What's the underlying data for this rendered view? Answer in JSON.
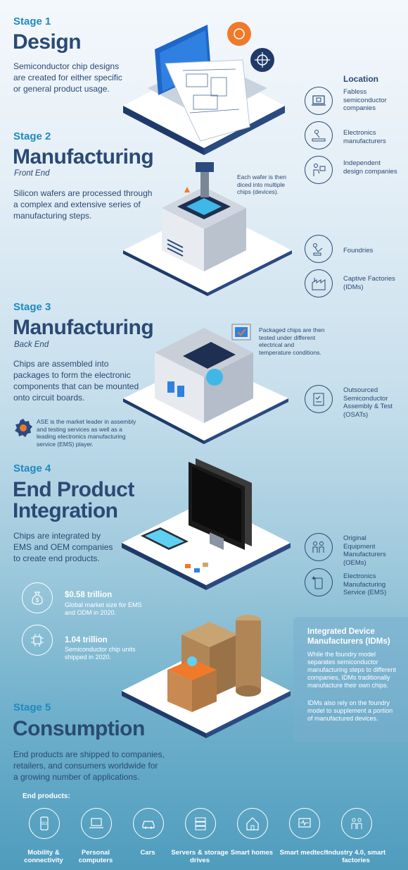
{
  "stage1": {
    "label": "Stage 1",
    "title": "Design",
    "description": "Semiconductor chip designs are created for either specific or general product usage."
  },
  "location_header": "Location",
  "locations": [
    {
      "icon": "chip-laptop-icon",
      "label": "Fabless semiconductor companies"
    },
    {
      "icon": "robot-conveyor-icon",
      "label": "Electronics manufacturers"
    },
    {
      "icon": "designer-desk-icon",
      "label": "Independent design companies"
    },
    {
      "icon": "robot-arm-icon",
      "label": "Foundries"
    },
    {
      "icon": "factory-icon",
      "label": "Captive Factories (IDMs)"
    },
    {
      "icon": "clipboard-check-icon",
      "label": "Outsourced Semiconductor Assembly & Test (OSATs)"
    },
    {
      "icon": "robot-workers-icon",
      "label": "Original Equipment Manufacturers (OEMs)"
    },
    {
      "icon": "sparkle-phone-icon",
      "label": "Electronics Manufacturing Service (EMS)"
    }
  ],
  "stage2": {
    "label": "Stage 2",
    "title": "Manufacturing",
    "subtitle": "Front End",
    "description": "Silicon wafers are processed through a complex and extensive series of manufacturing steps.",
    "note": "Each wafer is then diced into multiple chips (devices)."
  },
  "stage3": {
    "label": "Stage 3",
    "title": "Manufacturing",
    "subtitle": "Back End",
    "description": "Chips are assembled into packages to form the electronic components that can be mounted onto circuit boards.",
    "note": "Packaged chips are then tested under different electrical and temperature conditions.",
    "ase_note": "ASE is the market leader in assembly and testing services as well as a leading electronics manufacturing service (EMS) player."
  },
  "stage4": {
    "label": "Stage 4",
    "title_line1": "End Product",
    "title_line2": "Integration",
    "description": "Chips are integrated by EMS and OEM companies to create end products."
  },
  "stats": [
    {
      "icon": "money-bag-icon",
      "value": "$0.58 trillion",
      "desc": "Global market size for EMS and ODM in 2020."
    },
    {
      "icon": "chip-icon",
      "value": "1.04 trillion",
      "desc": "Semiconductor chip units shipped in 2020."
    }
  ],
  "idm": {
    "title": "Integrated Device Manufacturers (IDMs)",
    "para1": "While the foundry model separates semiconductor manufacturing steps to different companies, IDMs traditionally manufacture their own chips.",
    "para2": "IDMs also rely on the foundry model to supplement a portion of manufactured devices."
  },
  "stage5": {
    "label": "Stage 5",
    "title": "Consumption",
    "description": "End products are shipped to companies, retailers, and consumers worldwide for a growing number of applications."
  },
  "end_products_header": "End products:",
  "end_products": [
    {
      "icon": "phone-5g-icon",
      "label": "Mobility & connectivity"
    },
    {
      "icon": "laptop-icon",
      "label": "Personal computers"
    },
    {
      "icon": "car-icon",
      "label": "Cars"
    },
    {
      "icon": "server-icon",
      "label": "Servers & storage drives"
    },
    {
      "icon": "house-icon",
      "label": "Smart homes"
    },
    {
      "icon": "medical-monitor-icon",
      "label": "Smart medtech"
    },
    {
      "icon": "factory-robots-icon",
      "label": "Industry 4.0, smart factories"
    }
  ],
  "colors": {
    "accent": "#1f8ac0",
    "navy": "#2a4a74",
    "orange": "#f07a2a"
  }
}
